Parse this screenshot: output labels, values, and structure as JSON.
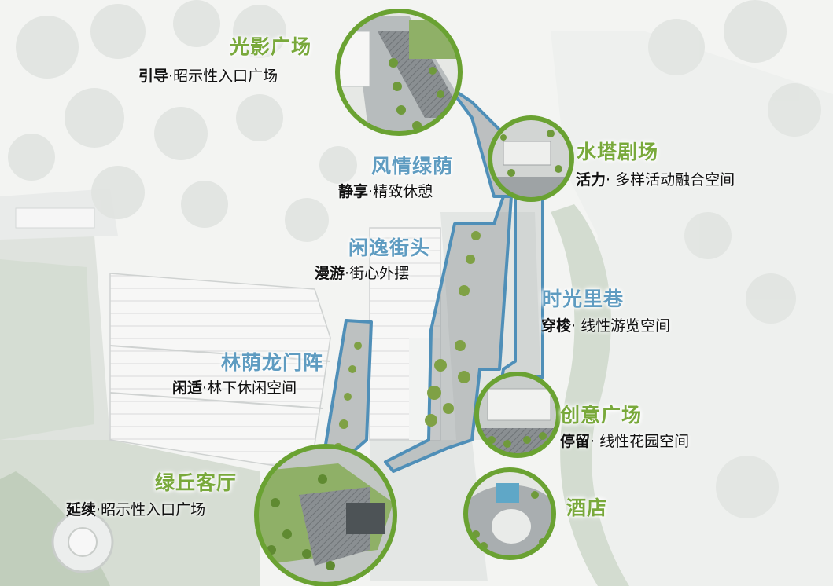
{
  "labels": {
    "guangying": {
      "title": "光影广场",
      "bold": "引导",
      "desc": "昭示性入口广场"
    },
    "fengqing": {
      "title": "风情绿荫",
      "bold": "静享",
      "desc": "精致休憩"
    },
    "shuita": {
      "title": "水塔剧场",
      "bold": "活力",
      "desc": "多样活动融合空间"
    },
    "xianyi": {
      "title": "闲逸街头",
      "bold": "漫游",
      "desc": "街心外摆"
    },
    "shiguang": {
      "title": "时光里巷",
      "bold": "穿梭",
      "desc": "线性游览空间"
    },
    "linyin": {
      "title": "林荫龙门阵",
      "bold": "闲适",
      "desc": "林下休闲空间"
    },
    "chuangyi": {
      "title": "创意广场",
      "bold": "停留",
      "desc": "线性花园空间"
    },
    "lvqiu": {
      "title": "绿丘客厅",
      "bold": "延续",
      "desc": "昭示性入口广场"
    },
    "jiudian": {
      "title": "酒店"
    }
  },
  "separator": "·",
  "colors": {
    "green": "#79a93b",
    "blue": "#5f9cc1",
    "circle_ring": "#6aa232",
    "zone_outline": "#4f8fb8"
  }
}
